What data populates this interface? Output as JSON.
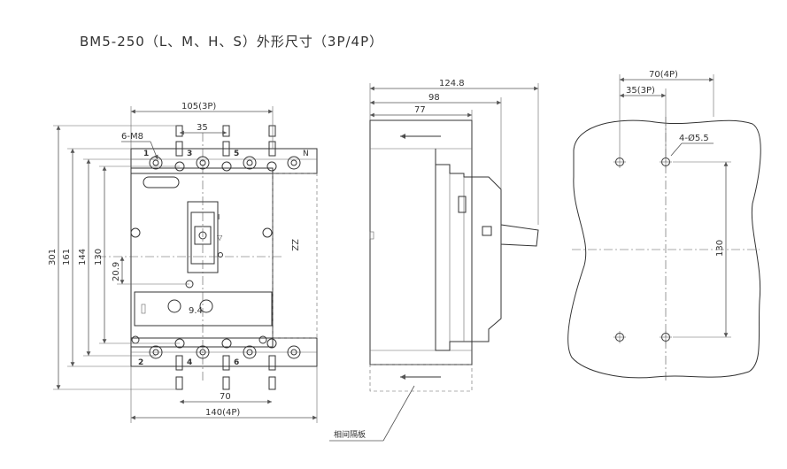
{
  "title": "BM5-250（L、M、H、S）外形尺寸（3P/4P）",
  "front_view": {
    "width_3p": "105(3P)",
    "width_4p": "140(4P)",
    "pole_pitch": "35",
    "terminal_pitch": "70",
    "screws": "6-M8",
    "height_total": "301",
    "height_161": "161",
    "height_144": "144",
    "height_130": "130",
    "offset_20_9": "20.9",
    "offset_9_4": "9.4",
    "poles_top": [
      "1",
      "3",
      "5"
    ],
    "poles_bottom": [
      "2",
      "4",
      "6"
    ]
  },
  "side_view": {
    "depth_total": "124.8",
    "depth_98": "98",
    "depth_77": "77",
    "partition_label": "相间隔板"
  },
  "cutout": {
    "width_4p": "70(4P)",
    "width_3p": "35(3P)",
    "holes": "4-Ø5.5",
    "height": "130"
  },
  "colors": {
    "line": "#333333",
    "dim": "#555555",
    "background": "#ffffff"
  }
}
